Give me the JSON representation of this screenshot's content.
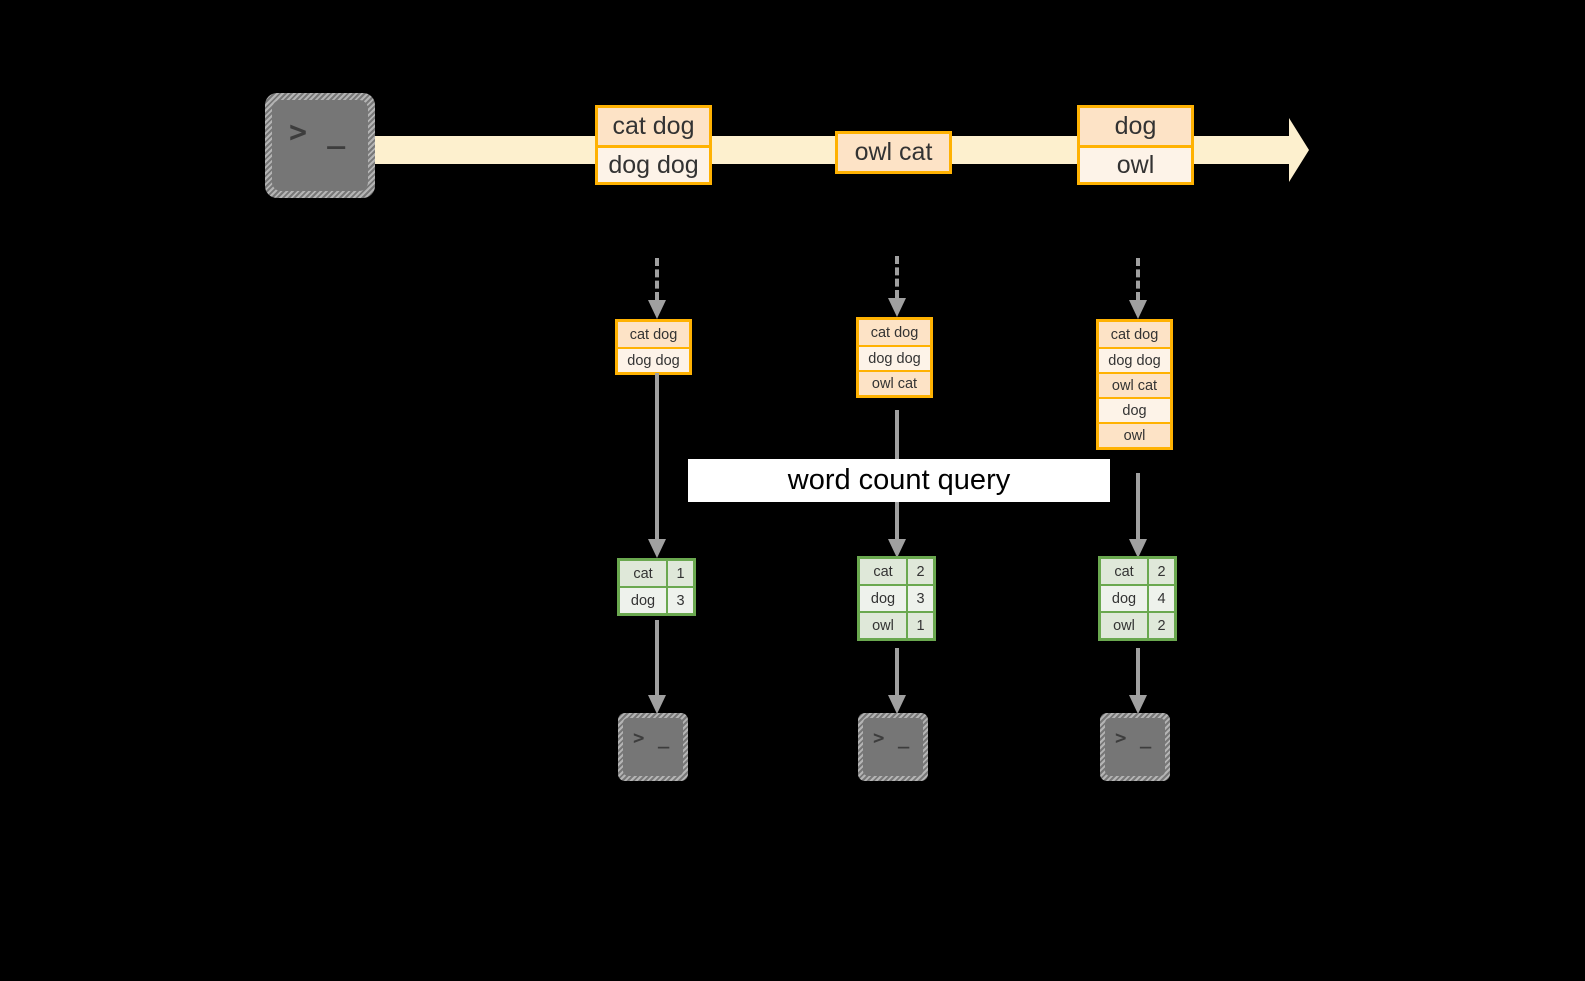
{
  "diagram": {
    "title_label": "word count query",
    "colors": {
      "background": "#000000",
      "stream_fill": "#fdf0ce",
      "record_border": "#ffb202",
      "record_fill_dark": "#fde3c6",
      "record_fill_light": "#fdf3e8",
      "result_border": "#6aa84f",
      "result_fill_dark": "#dfe8d9",
      "result_fill_light": "#eef2ec",
      "connector": "#a0a0a0",
      "terminal_body": "#767676",
      "label_background": "#ffffff"
    },
    "source": {
      "icon": "terminal-icon",
      "prompt": "> _"
    },
    "stream": {
      "records": [
        {
          "id": "rec-a",
          "lines": [
            {
              "text": "cat dog",
              "shade": "dark"
            },
            {
              "text": "dog dog",
              "shade": "light"
            }
          ]
        },
        {
          "id": "rec-b",
          "lines": [
            {
              "text": "owl cat",
              "shade": "dark"
            }
          ]
        },
        {
          "id": "rec-c",
          "lines": [
            {
              "text": "dog",
              "shade": "dark"
            },
            {
              "text": "owl",
              "shade": "light"
            }
          ]
        }
      ]
    },
    "snapshots": [
      {
        "id": "stack-1",
        "lines": [
          {
            "text": "cat dog",
            "shade": "dark"
          },
          {
            "text": "dog dog",
            "shade": "light"
          }
        ]
      },
      {
        "id": "stack-2",
        "lines": [
          {
            "text": "cat dog",
            "shade": "dark"
          },
          {
            "text": "dog dog",
            "shade": "light"
          },
          {
            "text": "owl cat",
            "shade": "dark"
          }
        ]
      },
      {
        "id": "stack-3",
        "lines": [
          {
            "text": "cat dog",
            "shade": "dark"
          },
          {
            "text": "dog dog",
            "shade": "light"
          },
          {
            "text": "owl cat",
            "shade": "dark"
          },
          {
            "text": "dog",
            "shade": "light"
          },
          {
            "text": "owl",
            "shade": "dark"
          }
        ]
      }
    ],
    "results": [
      {
        "id": "res-1",
        "rows": [
          {
            "key": "cat",
            "value": "1",
            "shade": "dark"
          },
          {
            "key": "dog",
            "value": "3",
            "shade": "light"
          }
        ]
      },
      {
        "id": "res-2",
        "rows": [
          {
            "key": "cat",
            "value": "2",
            "shade": "dark"
          },
          {
            "key": "dog",
            "value": "3",
            "shade": "light"
          },
          {
            "key": "owl",
            "value": "1",
            "shade": "dark"
          }
        ]
      },
      {
        "id": "res-3",
        "rows": [
          {
            "key": "cat",
            "value": "2",
            "shade": "dark"
          },
          {
            "key": "dog",
            "value": "4",
            "shade": "light"
          },
          {
            "key": "owl",
            "value": "2",
            "shade": "dark"
          }
        ]
      }
    ],
    "sinks": [
      {
        "id": "t-b1",
        "prompt": "> _"
      },
      {
        "id": "t-b2",
        "prompt": "> _"
      },
      {
        "id": "t-b3",
        "prompt": "> _"
      }
    ]
  }
}
